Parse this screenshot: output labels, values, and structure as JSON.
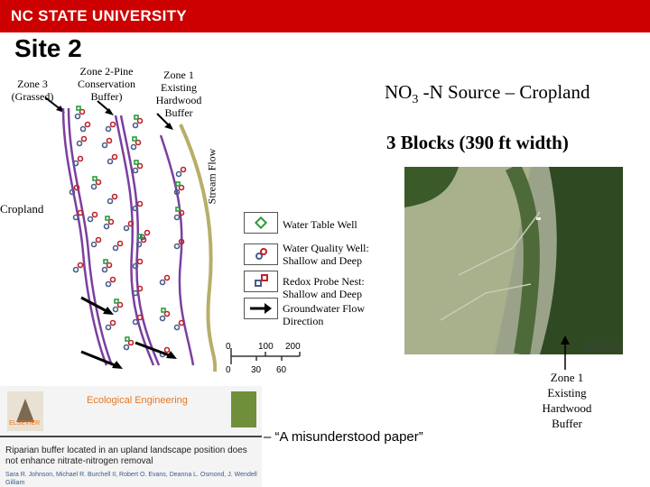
{
  "banner": {
    "text": "NC STATE UNIVERSITY",
    "color": "#cc0000"
  },
  "slide_title": "Site 2",
  "zones": {
    "zone3": "Zone 3 (Grassed)",
    "zone2": "Zone 2-Pine Conservation Buffer)",
    "zone1": "Zone 1 Existing Hardwood Buffer"
  },
  "source_heading": {
    "prefix": "NO",
    "subscript": "3",
    "suffix": " -N Source – Cropland"
  },
  "blocks_text": "3 Blocks (390 ft width)",
  "stream_flow_label": "Stream Flow",
  "cropland_label": "Cropland",
  "legend": [
    {
      "icon": "water-table-well-icon",
      "label": "Water Table Well"
    },
    {
      "icon": "water-quality-well-icon",
      "label": "Water Quality Well: Shallow and Deep"
    },
    {
      "icon": "redox-probe-nest-icon",
      "label": "Redox Probe Nest: Shallow and Deep"
    },
    {
      "icon": "groundwater-flow-arrow-icon",
      "label": "Groundwater Flow Direction"
    }
  ],
  "scale_bar": {
    "feet": [
      "0",
      "100",
      "200"
    ],
    "meters": [
      "0",
      "30",
      "60"
    ]
  },
  "paper": {
    "journal": "Ecological Engineering",
    "title": "Riparian buffer located in an upland landscape position does not enhance nitrate-nitrogen removal",
    "authors": "Sara R. Johnson, Michael R. Burchell II, Robert O. Evans, Deanna L. Osmond, J. Wendell Gilliam",
    "publisher": "ELSEVIER"
  },
  "paper_quote": "– “A misunderstood paper”",
  "zone1_callout": "Zone 1 Existing Hardwood Buffer",
  "colors": {
    "well_green": "#2e9b3a",
    "well_red": "#c0202a",
    "probe_blue": "#4a5d8a",
    "zone_line": "#7b3fa0",
    "stream": "#b8ae6a"
  }
}
